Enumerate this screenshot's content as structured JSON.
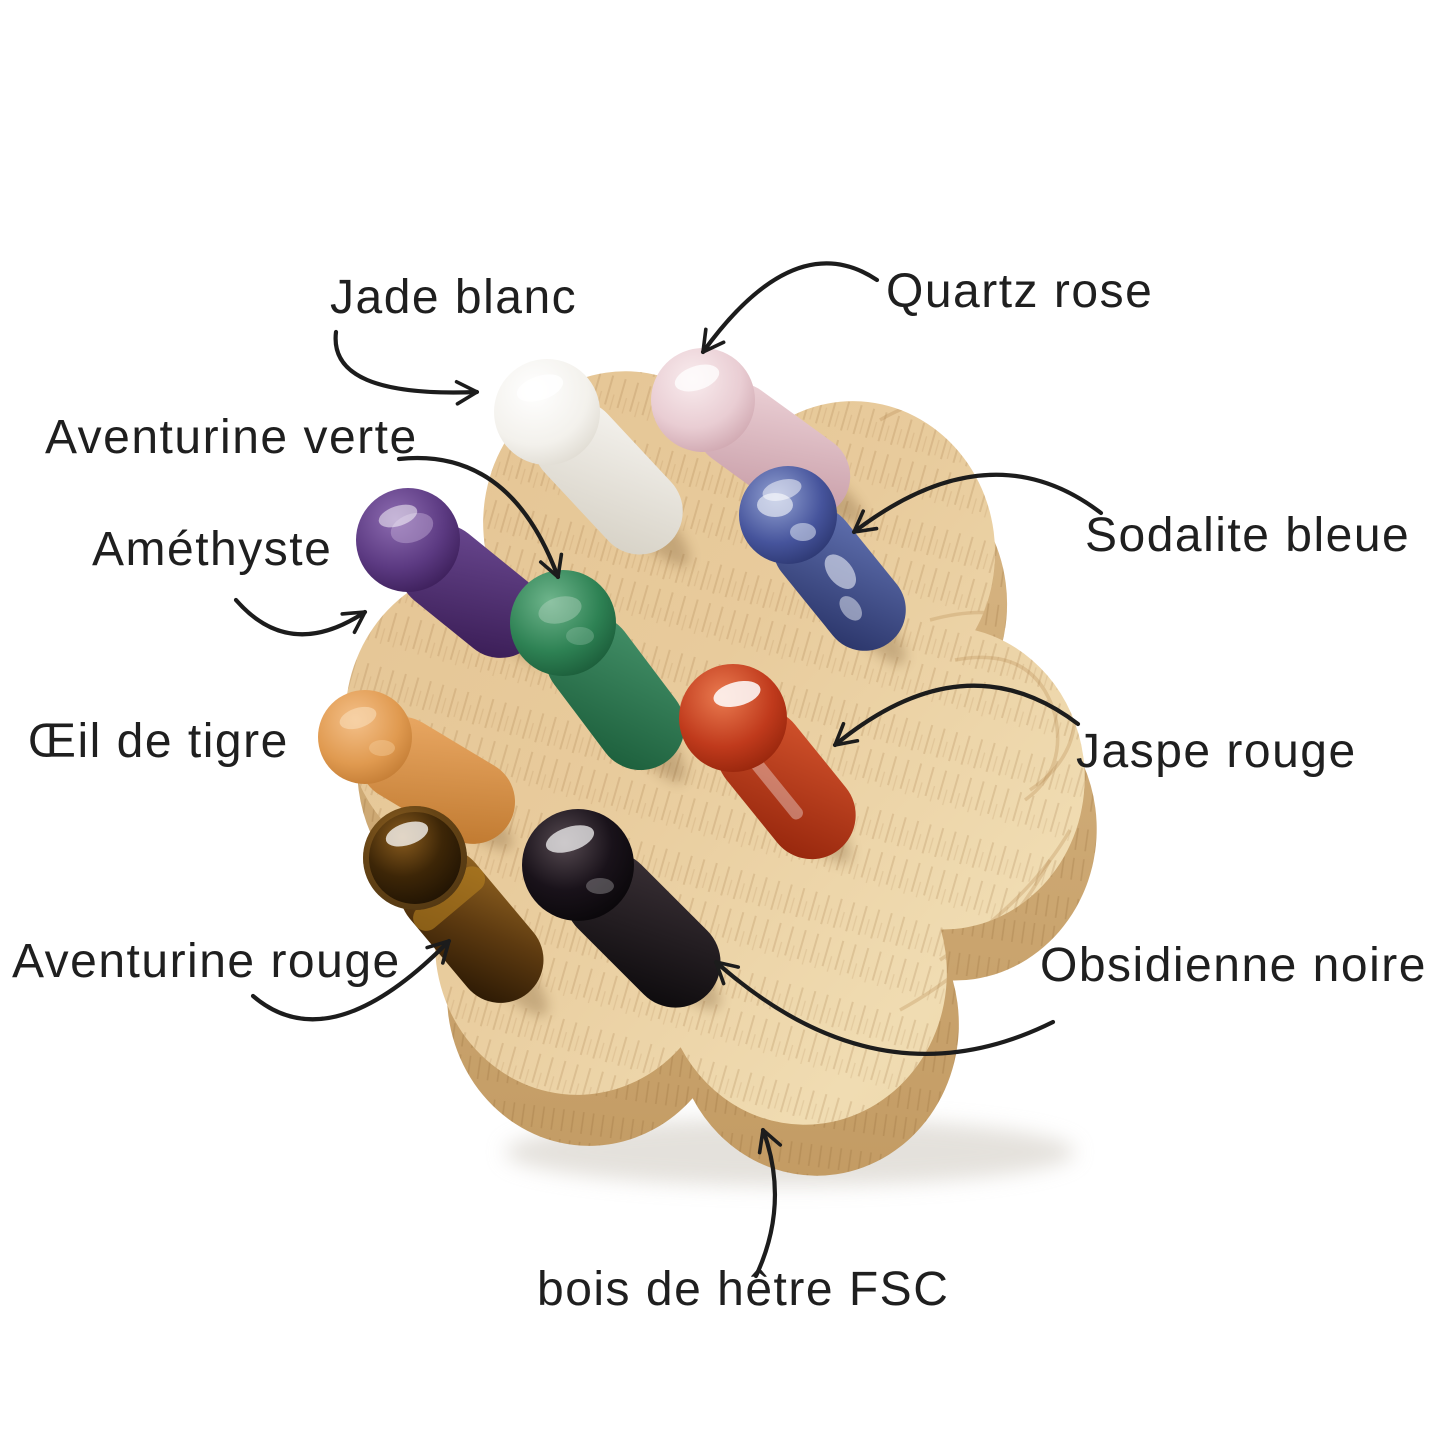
{
  "background": "#ffffff",
  "text_color": "#1f1f1f",
  "arrow_color": "#1c1c1c",
  "annotations": [
    {
      "id": "jade-blanc",
      "label": "Jade blanc"
    },
    {
      "id": "quartz-rose",
      "label": "Quartz rose"
    },
    {
      "id": "aventurine-verte",
      "label": "Aventurine verte"
    },
    {
      "id": "amethyste",
      "label": "Améthyste"
    },
    {
      "id": "sodalite-bleue",
      "label": "Sodalite bleue"
    },
    {
      "id": "oeil-de-tigre",
      "label": "Œil de tigre"
    },
    {
      "id": "jaspe-rouge",
      "label": "Jaspe rouge"
    },
    {
      "id": "aventurine-rouge",
      "label": "Aventurine rouge"
    },
    {
      "id": "obsidienne-noire",
      "label": "Obsidienne noire"
    },
    {
      "id": "bois-de-hetre-fsc",
      "label": "bois de hêtre FSC"
    }
  ],
  "board": {
    "shape": "flower-shaped beech wood base",
    "wood_light": "#f2e0b8",
    "wood_mid": "#e6c897",
    "wood_dark": "#d2aa74",
    "wood_side": "#cda36c",
    "grain": "#9b6e3a"
  },
  "stones": [
    {
      "id": "jade-blanc",
      "color": "#f3f1ec"
    },
    {
      "id": "quartz-rose",
      "color": "#e9cdd3"
    },
    {
      "id": "sodalite-bleue",
      "color": "#46549c"
    },
    {
      "id": "amethyste",
      "color": "#5c3a82"
    },
    {
      "id": "aventurine-verte",
      "color": "#2e8254"
    },
    {
      "id": "jaspe-rouge",
      "color": "#c03a1c"
    },
    {
      "id": "oeil-de-tigre",
      "color": "#e09a50"
    },
    {
      "id": "aventurine-rouge",
      "color": "#6d4717"
    },
    {
      "id": "obsidienne-noire",
      "color": "#19121a"
    }
  ]
}
